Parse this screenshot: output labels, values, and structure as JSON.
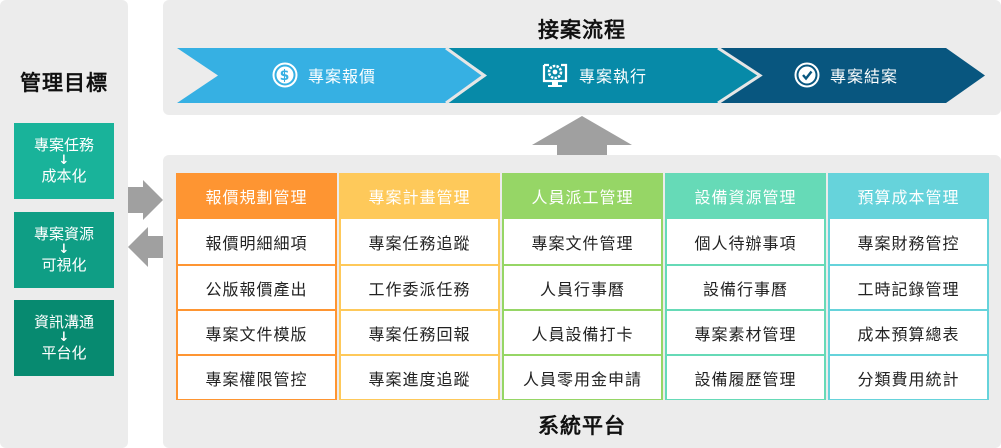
{
  "left_panel": {
    "title": "管理目標",
    "goals": [
      {
        "top": "專案任務",
        "arrow": "↓",
        "bottom": "成本化",
        "color": "#19b39a"
      },
      {
        "top": "專案資源",
        "arrow": "↓",
        "bottom": "可視化",
        "color": "#0f9e85"
      },
      {
        "top": "資訊溝通",
        "arrow": "↓",
        "bottom": "平台化",
        "color": "#078a70"
      }
    ]
  },
  "top_panel": {
    "title": "接案流程",
    "steps": [
      {
        "label": "專案報價",
        "icon": "dollar-icon",
        "color": "#36b0e3"
      },
      {
        "label": "專案執行",
        "icon": "monitor-gear-icon",
        "color": "#078aa8"
      },
      {
        "label": "專案結案",
        "icon": "check-circle-icon",
        "color": "#08567f"
      }
    ]
  },
  "connectors": {
    "arrow_color": "#a0a0a0"
  },
  "bottom_panel": {
    "title": "系統平台",
    "columns": [
      {
        "header": "報價規劃管理",
        "color": "#fe9532",
        "items": [
          "報價明細細項",
          "公版報價產出",
          "專案文件模版",
          "專案權限管控"
        ]
      },
      {
        "header": "專案計畫管理",
        "color": "#fec95a",
        "items": [
          "專案任務追蹤",
          "工作委派任務",
          "專案任務回報",
          "專案進度追蹤"
        ]
      },
      {
        "header": "人員派工管理",
        "color": "#96d666",
        "items": [
          "專案文件管理",
          "人員行事曆",
          "人員設備打卡",
          "人員零用金申請"
        ]
      },
      {
        "header": "設備資源管理",
        "color": "#66dab7",
        "items": [
          "個人待辦事項",
          "設備行事曆",
          "專案素材管理",
          "設備履歷管理"
        ]
      },
      {
        "header": "預算成本管理",
        "color": "#66d3db",
        "items": [
          "專案財務管控",
          "工時記錄管理",
          "成本預算總表",
          "分類費用統計"
        ]
      }
    ]
  }
}
